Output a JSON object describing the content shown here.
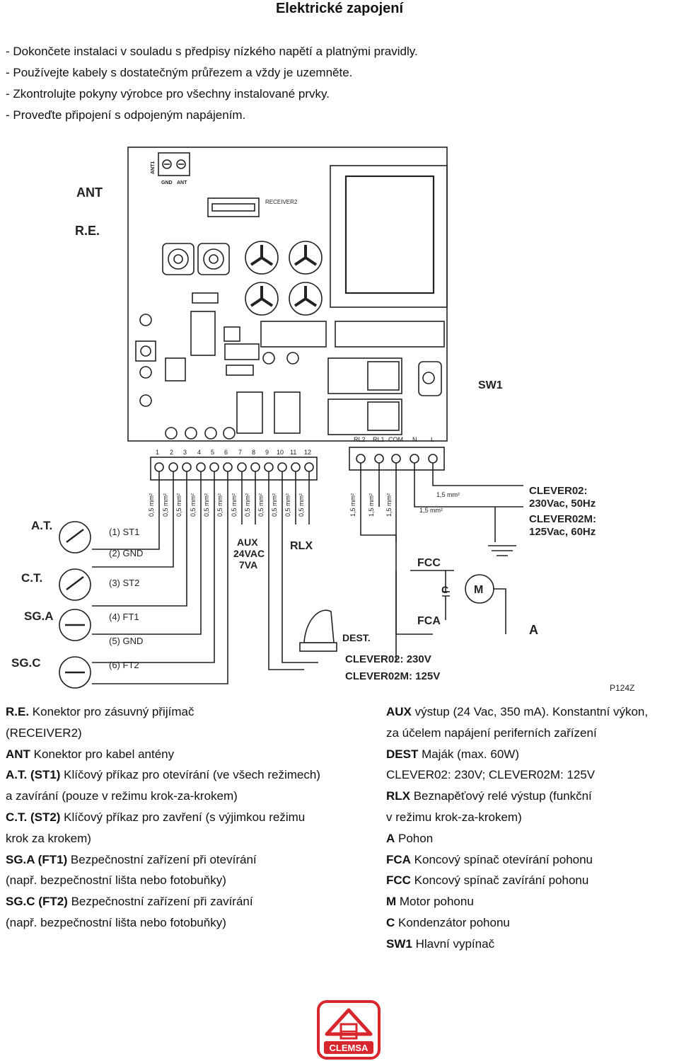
{
  "title": "Elektrické zapojení",
  "intro": [
    "- Dokončete instalaci v souladu s předpisy nízkého napětí a platnými pravidly.",
    "- Používejte kabely s dostatečným průřezem a vždy je uzemněte.",
    "- Zkontrolujte pokyny výrobce pro všechny instalované prvky.",
    "- Proveďte připojení s odpojeným napájením."
  ],
  "diagram": {
    "ant": "ANT",
    "re": "R.E.",
    "ant1": "ANT1",
    "gnd": "GND",
    "ant_small": "ANT",
    "receiver": "RECEIVER2",
    "sw1": "SW1",
    "terminals": [
      "1",
      "2",
      "3",
      "4",
      "5",
      "6",
      "7",
      "8",
      "9",
      "10",
      "11",
      "12"
    ],
    "power_terminals": [
      "RL2",
      "RL1",
      "COM",
      "N",
      "L"
    ],
    "wire_size": "0,5 mm²",
    "power_wire_size": "1,5 mm²",
    "aux": [
      "AUX",
      "24VAC",
      "7VA"
    ],
    "rlx": "RLX",
    "clever02": [
      "CLEVER02:",
      "230Vac, 50Hz"
    ],
    "clever02m": [
      "CLEVER02M:",
      "125Vac, 60Hz"
    ],
    "at": "A.T.",
    "ct": "C.T.",
    "sga": "SG.A",
    "sgc": "SG.C",
    "inputs": [
      "(1) ST1",
      "(2) GND",
      "(3) ST2",
      "(4) FT1",
      "(5) GND",
      "(6) FT2"
    ],
    "fcc": "FCC",
    "fca": "FCA",
    "c": "C",
    "m": "M",
    "a": "A",
    "dest": "DEST.",
    "dest_230": "CLEVER02: 230V",
    "dest_125": "CLEVER02M: 125V",
    "code": "P124Z"
  },
  "legend_left": [
    {
      "b": "R.E.",
      "t": " Konektor pro zásuvný přijímač"
    },
    {
      "b": "",
      "t": "(RECEIVER2)"
    },
    {
      "b": "ANT",
      "t": " Konektor pro kabel antény"
    },
    {
      "b": "A.T. (ST1)",
      "t": " Klíčový příkaz pro otevírání (ve všech režimech)"
    },
    {
      "b": "",
      "t": "a zavírání (pouze v režimu krok-za-krokem)"
    },
    {
      "b": "C.T. (ST2)",
      "t": " Klíčový příkaz pro zavření (s výjimkou režimu"
    },
    {
      "b": "",
      "t": "krok za krokem)"
    },
    {
      "b": "SG.A (FT1)",
      "t": " Bezpečnostní zařízení při otevírání"
    },
    {
      "b": "",
      "t": "(např. bezpečnostní lišta nebo fotobuňky)"
    },
    {
      "b": "SG.C (FT2)",
      "t": " Bezpečnostní zařízení při zavírání"
    },
    {
      "b": "",
      "t": "(např. bezpečnostní lišta nebo fotobuňky)"
    }
  ],
  "legend_right": [
    {
      "b": "AUX",
      "t": " výstup (24 Vac, 350 mA). Konstantní výkon,"
    },
    {
      "b": "",
      "t": "za účelem napájení periferních zařízení"
    },
    {
      "b": "DEST",
      "t": " Maják (max. 60W)"
    },
    {
      "b": "",
      "t": "CLEVER02: 230V; CLEVER02M: 125V"
    },
    {
      "b": "RLX",
      "t": "  Beznapěťový relé výstup (funkční"
    },
    {
      "b": "",
      "t": "v režimu krok-za-krokem)"
    },
    {
      "b": "A",
      "t": " Pohon"
    },
    {
      "b": "FCA",
      "t": " Koncový spínač otevírání pohonu"
    },
    {
      "b": "FCC",
      "t": " Koncový spínač zavírání pohonu"
    },
    {
      "b": "M",
      "t": " Motor pohonu"
    },
    {
      "b": "C",
      "t": " Kondenzátor pohonu"
    },
    {
      "b": "SW1",
      "t": " Hlavní vypínač"
    }
  ],
  "logo": {
    "text": "CLEMSA",
    "colors": {
      "brand": "#d8262d"
    }
  }
}
